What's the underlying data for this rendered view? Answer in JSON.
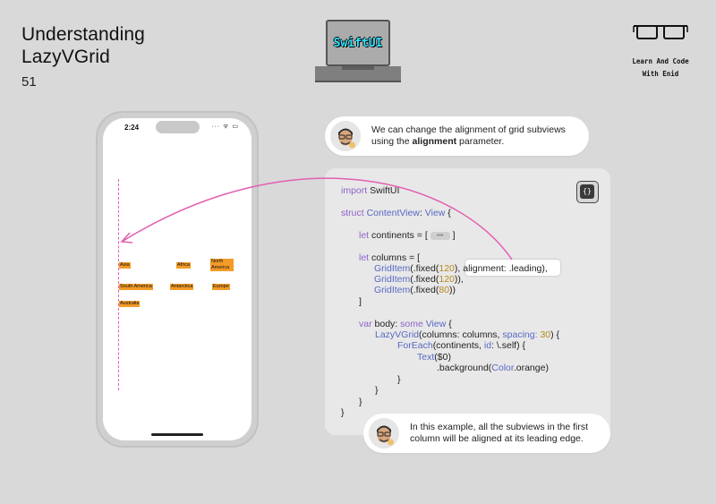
{
  "header": {
    "title_line1": "Understanding",
    "title_line2": "LazyVGrid",
    "page_number": "51"
  },
  "logo": {
    "screen_text": "SwiftUI"
  },
  "brand": {
    "line1": "Learn And Code",
    "line2": "With Enid"
  },
  "phone": {
    "time": "2:24",
    "status_icons": "··· ᯤ ▭",
    "grid_items": [
      "Asia",
      "Africa",
      "North America",
      "South America",
      "Antarctica",
      "Europe",
      "Australia"
    ]
  },
  "bubble_top": {
    "text_line1": "We can change the alignment of grid subviews",
    "text_line2_prefix": "using the ",
    "text_line2_bold": "alignment",
    "text_line2_suffix": " parameter."
  },
  "bubble_bottom": {
    "text_line1": "In this example, all the subviews in the first",
    "text_line2": "column will be aligned at its leading edge."
  },
  "code": {
    "import_kw": "import",
    "import_mod": "SwiftUI",
    "struct_kw": "struct",
    "struct_name": "ContentView",
    "colon_view": ": ",
    "view_type": "View",
    "open_brace": " {",
    "let_kw": "let",
    "continents_decl": "continents = [",
    "dots": "•••",
    "close_br": "]",
    "columns_decl": "columns = [",
    "griditem": "GridItem",
    "fixed": "(.fixed(",
    "n120": "120",
    "n80": "80",
    "end_paren_comma": "),",
    "end_paren2": ")),",
    "end_paren3": "))",
    "alignment_text": "alignment: .leading),",
    "close_bracket": "]",
    "var_kw": "var",
    "body_decl": "body: ",
    "some_kw": "some",
    "view_kw": "View",
    "brace": " {",
    "lazy": "LazyVGrid",
    "lazy_args": "(columns: columns, ",
    "spacing_kw": "spacing:",
    "n30": "30",
    "lazy_end": ") {",
    "foreach": "ForEach",
    "foreach_args": "(continents, ",
    "id_kw": "id",
    "foreach_end": ": \\.self) {",
    "text_kw": "Text",
    "text_args": "($0)",
    "bg": ".background(",
    "color": "Color",
    "orange": ".orange",
    "bg_end": ")",
    "close1": "}",
    "close2": "}",
    "close3": "}",
    "close4": "}",
    "braces_icon": "{}"
  },
  "colors": {
    "background": "#d9d9d9",
    "accent_arrow": "#e35fb1",
    "cell": "#f39b27",
    "keyword": "#8e64c8",
    "type": "#5869c4",
    "number": "#b58a1c"
  }
}
